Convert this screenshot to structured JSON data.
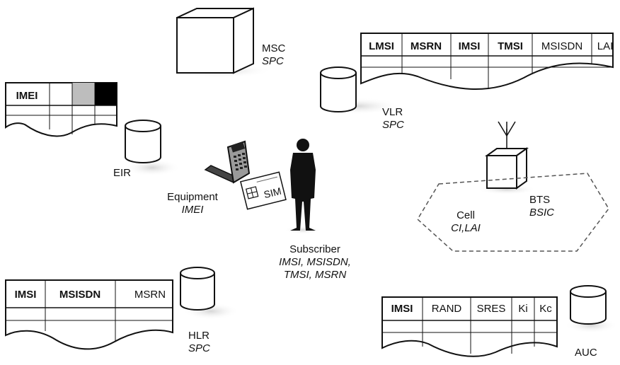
{
  "nodes": {
    "msc": {
      "name": "MSC",
      "sub": "SPC"
    },
    "vlr": {
      "name": "VLR",
      "sub": "SPC"
    },
    "eir": {
      "name": "EIR"
    },
    "equipment": {
      "name": "Equipment",
      "sub": "IMEI"
    },
    "sim": {
      "label": "SIM"
    },
    "bts": {
      "name": "BTS",
      "sub": "BSIC"
    },
    "cell": {
      "name": "Cell",
      "sub": "CI,LAI"
    },
    "subscriber": {
      "name": "Subscriber",
      "line1": "IMSI, MSISDN,",
      "line2": "TMSI, MSRN"
    },
    "hlr": {
      "name": "HLR",
      "sub": "SPC"
    },
    "auc": {
      "name": "AUC"
    }
  },
  "tables": {
    "vlr": {
      "headers": [
        "LMSI",
        "MSRN",
        "IMSI",
        "TMSI",
        "MSISDN",
        "LAI"
      ],
      "bold": [
        true,
        true,
        true,
        true,
        false,
        false
      ]
    },
    "eir": {
      "headers": [
        "IMEI",
        "",
        "",
        ""
      ],
      "bold": [
        true,
        false,
        false,
        false
      ]
    },
    "hlr": {
      "headers": [
        "IMSI",
        "MSISDN",
        "MSRN"
      ],
      "bold": [
        true,
        true,
        false
      ]
    },
    "auc": {
      "headers": [
        "IMSI",
        "RAND",
        "SRES",
        "Ki",
        "Kc"
      ],
      "bold": [
        true,
        false,
        false,
        false,
        false
      ]
    }
  },
  "colors": {
    "line": "#111111",
    "shadow": "#e3e3e3",
    "grey_cell": "#bdbdbd",
    "black_cell": "#000000"
  }
}
